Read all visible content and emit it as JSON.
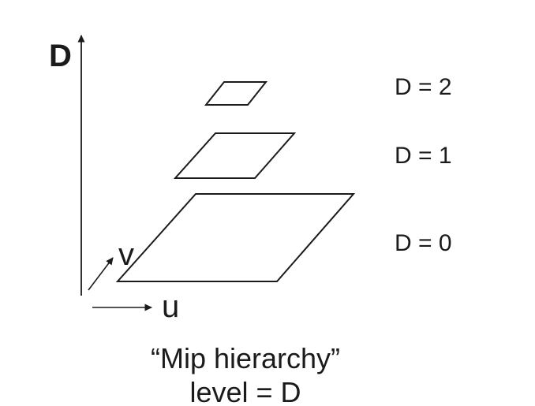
{
  "colors": {
    "ink": "#1b1b1b",
    "background": "#ffffff"
  },
  "diagram": {
    "type": "mip-hierarchy",
    "d_axis": {
      "label": "D"
    },
    "u_axis": {
      "label": "u"
    },
    "v_axis": {
      "label": "v"
    },
    "levels": [
      {
        "level": 2,
        "label": "D = 2"
      },
      {
        "level": 1,
        "label": "D = 1"
      },
      {
        "level": 0,
        "label": "D = 0"
      }
    ],
    "caption": {
      "line1": "“Mip hierarchy”",
      "line2": "level = D"
    }
  }
}
